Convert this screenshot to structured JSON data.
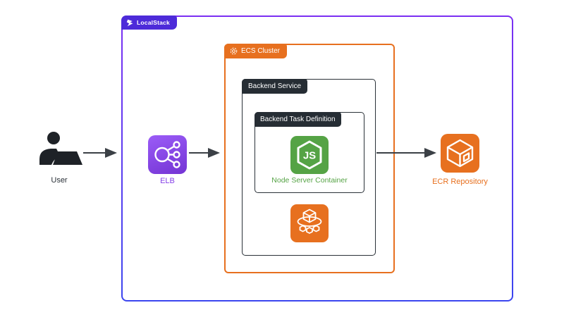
{
  "containers": {
    "localstack": {
      "label": "LocalStack"
    },
    "ecs_cluster": {
      "label": "ECS Cluster"
    },
    "backend_service": {
      "label": "Backend Service"
    },
    "backend_task_definition": {
      "label": "Backend Task Definition"
    }
  },
  "nodes": {
    "user": {
      "label": "User",
      "icon": "user-at-laptop-icon"
    },
    "elb": {
      "label": "ELB",
      "icon": "elastic-load-balancer-icon"
    },
    "node_server": {
      "label": "Node Server Container",
      "icon": "nodejs-hexagon-icon",
      "icon_text": "JS"
    },
    "ecs_service": {
      "icon": "ecs-service-icon"
    },
    "ecr": {
      "label": "ECR Repository",
      "icon": "ecr-repository-cube-icon"
    }
  },
  "flows": [
    {
      "from": "user",
      "to": "localstack"
    },
    {
      "from": "elb",
      "to": "ecs_cluster"
    },
    {
      "from": "backend_service",
      "to": "ecr"
    }
  ],
  "colors": {
    "aws_orange": "#E7701F",
    "localstack_badge_purple": "#4D2BD9",
    "outer_border_gradient_top": "#7B2FF2",
    "outer_border_gradient_bottom": "#3B45EF",
    "node_green": "#55A345",
    "elb_label_purple": "#8540E8",
    "dark_badge": "#262D34",
    "arrow": "#3B4046"
  }
}
